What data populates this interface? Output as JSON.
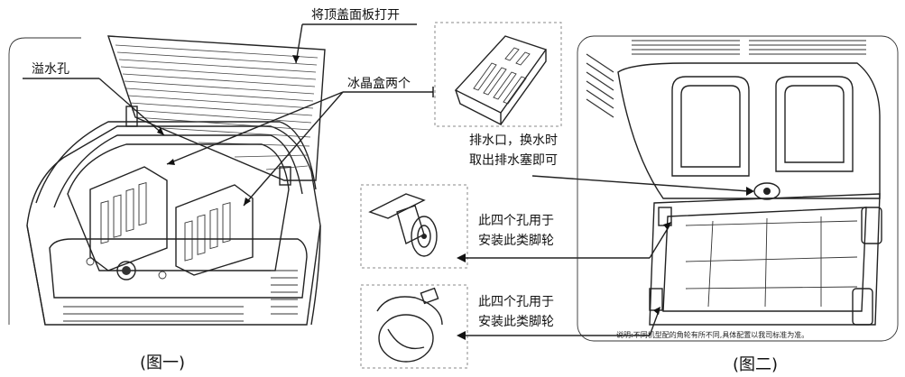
{
  "figure1": {
    "caption": "(图一)",
    "labels": {
      "open_lid": "将顶盖面板打开",
      "overflow_hole": "溢水孔",
      "ice_boxes": "冰晶盒两个"
    }
  },
  "figure2": {
    "caption": "(图二)",
    "labels": {
      "drain_line1": "排水口，换水时",
      "drain_line2": "取出排水塞即可",
      "holes_a_line1": "此四个孔用于",
      "holes_a_line2": "安装此类脚轮",
      "holes_b_line1": "此四个孔用于",
      "holes_b_line2": "安装此类脚轮"
    },
    "footnote": "说明:不同机型配的角轮有所不同,具体配置以我司标准为准。"
  },
  "icons": [
    "cooler-open-lid-illustration",
    "ice-box-illustration",
    "caster-wheel-illustration",
    "cooler-bottom-illustration"
  ]
}
